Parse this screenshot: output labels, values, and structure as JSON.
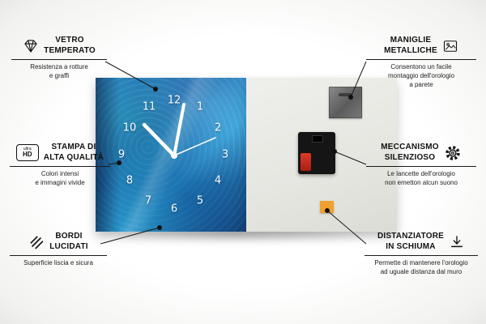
{
  "product": {
    "clock": {
      "numbers": [
        "12",
        "1",
        "2",
        "3",
        "4",
        "5",
        "6",
        "7",
        "8",
        "9",
        "10",
        "11"
      ]
    }
  },
  "features": {
    "vetro": {
      "title": "VETRO\nTEMPERATO",
      "desc": "Resistenza a rotture\ne graffi"
    },
    "stampa": {
      "title": "STAMPA DI\nALTA QUALITÀ",
      "desc": "Colori intensi\ne immagini vivide"
    },
    "bordi": {
      "title": "BORDI\nLUCIDATI",
      "desc": "Superficie liscia e sicura"
    },
    "maniglie": {
      "title": "MANIGLIE\nMETALLICHE",
      "desc": "Consentono un facile\nmontaggio dell'orologio\na parete"
    },
    "meccanismo": {
      "title": "MECCANISMO\nSILENZIOSO",
      "desc": "Le lancette dell'orologio\nnon emetton alcun suono"
    },
    "distanziatore": {
      "title": "DISTANZIATORE\nIN SCHIUMA",
      "desc": "Permette di mantenere l'orologio\nad uguale distanza dal muro"
    }
  },
  "icons": {
    "ultra_hd": {
      "top": "ultra",
      "bottom": "HD"
    }
  },
  "colors": {
    "panel_blue": "#2a7fc4",
    "back_panel": "#e8e8e3",
    "foam_orange": "#f0a030",
    "battery_red": "#d62f1f",
    "metal_gray": "#6e6e6e",
    "line_black": "#1a1a1a"
  }
}
